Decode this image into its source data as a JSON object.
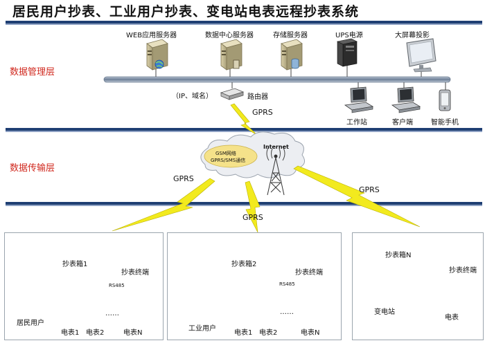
{
  "title": "居民用户抄表、工业用户抄表、变电站电表远程抄表系统",
  "layers": {
    "management": "数据管理层",
    "transmission": "数据传输层"
  },
  "management": {
    "web_server": "WEB应用服务器",
    "data_center_server": "数据中心服务器",
    "storage_server": "存储服务器",
    "ups": "UPS电源",
    "screen": "大屏幕投影",
    "ip_domain": "（IP、域名）",
    "router": "路由器",
    "workstation": "工作站",
    "client": "客户端",
    "phone": "智能手机"
  },
  "transmission": {
    "gsm_line1": "GSM网络",
    "gsm_line2": "GPRS/SMS通信",
    "internet": "Internet",
    "gprs": "GPRS"
  },
  "sites": {
    "residential": {
      "box": "抄表箱1",
      "terminal": "抄表终端",
      "rs485": "RS485",
      "user": "居民用户",
      "meters": [
        "电表1",
        "电表2",
        "电表N"
      ],
      "dots": "……"
    },
    "industrial": {
      "box": "抄表箱2",
      "terminal": "抄表终端",
      "rs485": "RS485",
      "user": "工业用户",
      "meters": [
        "电表1",
        "电表2",
        "电表N"
      ],
      "dots": "……"
    },
    "substation": {
      "box": "抄表箱N",
      "terminal": "抄表终端",
      "user": "变电站",
      "meter": "电表"
    }
  },
  "colors": {
    "bus": "#1f3f73",
    "layer_text": "#d0281e",
    "bolt": "#f2ea1e"
  }
}
